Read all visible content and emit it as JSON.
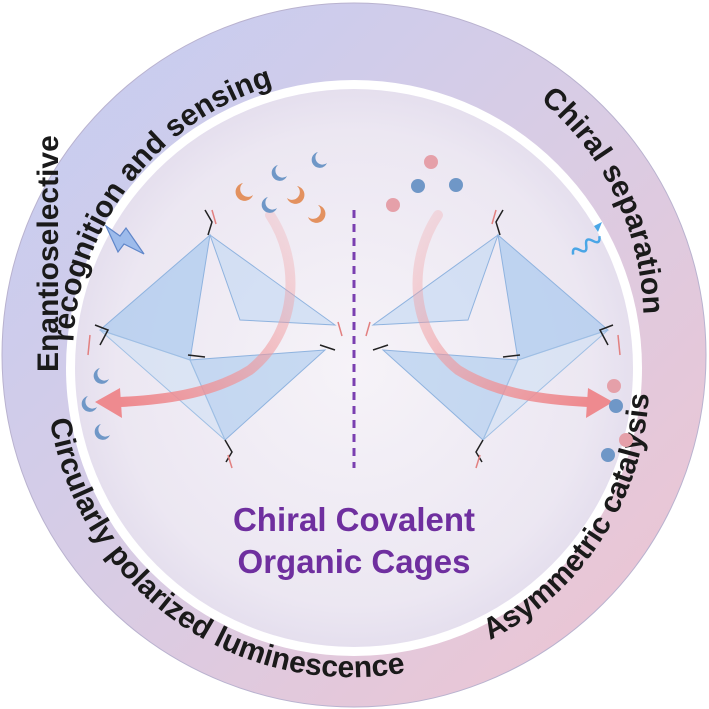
{
  "ring_labels": {
    "enantioselective_prefix": "Enantioselective",
    "recognition": "recognition and sensing",
    "chiral_separation": "Chiral separation",
    "asymmetric_catalysis": "Asymmetric catalysis",
    "cpl": "Circularly polarized luminescence"
  },
  "center_title": {
    "line1": "Chiral Covalent",
    "line2": "Organic Cages"
  },
  "colors": {
    "title": "#6f2f9f",
    "ring_blue": "#c9cff0",
    "ring_pink": "#ecc9d5",
    "mirror_line": "#7a3fb0",
    "arrow": "#ef8f93",
    "cage_face": "#a9c9ee",
    "orange_guest": "#e3915f",
    "blue_guest": "#6f97c7",
    "pink_guest": "#e5a0a9"
  },
  "icons": [
    "lightning-icon",
    "light-wave-icon"
  ]
}
